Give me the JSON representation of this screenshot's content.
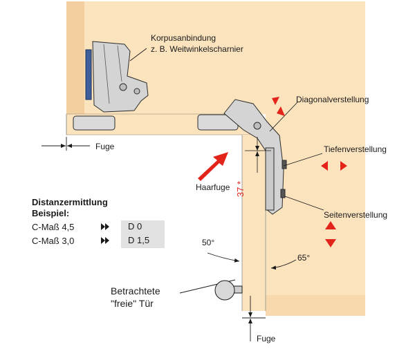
{
  "labels": {
    "korpus_line1": "Korpusanbindung",
    "korpus_line2": "z. B. Weitwinkelscharnier",
    "diagonal": "Diagonalverstellung",
    "tiefen": "Tiefenverstellung",
    "seiten": "Seitenverstellung",
    "fuge_top": "Fuge",
    "fuge_bottom": "Fuge",
    "haarfuge": "Haarfuge",
    "dim_37": "37 *",
    "angle_50": "50°",
    "angle_65": "65°",
    "tuer_line1": "Betrachtete",
    "tuer_line2": "\"freie\" Tür"
  },
  "distance": {
    "title_line1": "Distanzermittlung",
    "title_line2": "Beispiel:",
    "rows": [
      {
        "label": "C-Maß 4,5",
        "value": "D 0"
      },
      {
        "label": "C-Maß 3,0",
        "value": "D 1,5"
      }
    ]
  },
  "colors": {
    "wood": "#fbe3be",
    "wood_edge": "#f3cf9f",
    "accent_red": "#e3241b",
    "hardware_gray": "#d4d4d4",
    "plate_blue": "#3e5f9c",
    "box_gray": "#e1e1e1"
  }
}
